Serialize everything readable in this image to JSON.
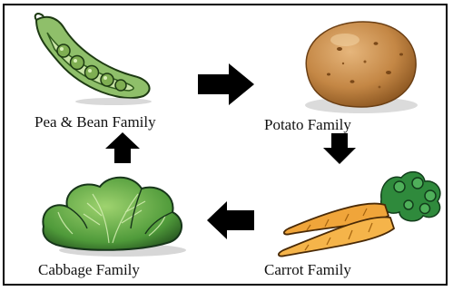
{
  "diagram": {
    "stages": [
      {
        "label": "Pea & Bean Family",
        "icon": "pea-pod-icon"
      },
      {
        "label": "Potato Family",
        "icon": "potato-icon"
      },
      {
        "label": "Carrot Family",
        "icon": "carrot-icon"
      },
      {
        "label": "Cabbage Family",
        "icon": "cabbage-icon"
      }
    ],
    "arrows": [
      {
        "from": "Pea & Bean Family",
        "to": "Potato Family",
        "direction": "right"
      },
      {
        "from": "Potato Family",
        "to": "Carrot Family",
        "direction": "down"
      },
      {
        "from": "Carrot Family",
        "to": "Cabbage Family",
        "direction": "left"
      },
      {
        "from": "Cabbage Family",
        "to": "Pea & Bean Family",
        "direction": "up"
      }
    ],
    "colors": {
      "frame": "#000000",
      "arrow": "#000000",
      "text": "#111111"
    }
  }
}
